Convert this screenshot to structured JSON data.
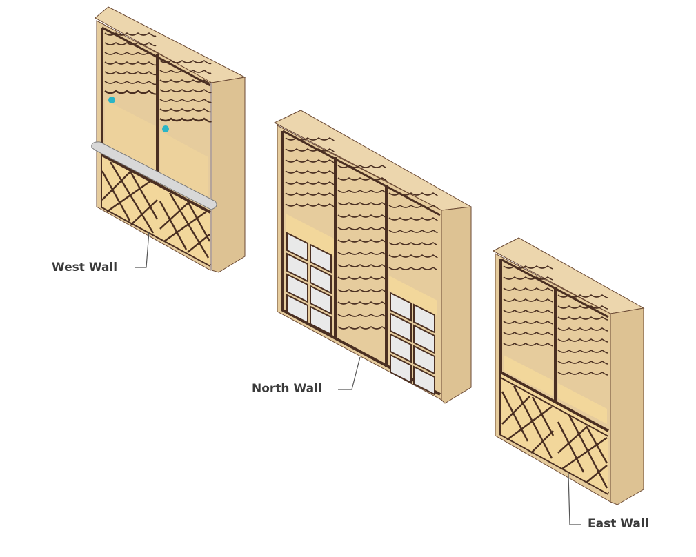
{
  "walls": [
    {
      "id": "west",
      "name": "West Wall",
      "upper": "wine-racks-with-bar-shelf",
      "lower": "diamond-bins",
      "sections": 2
    },
    {
      "id": "north",
      "name": "North Wall",
      "upper": "wine-racks",
      "lower": "drawers-and-racks",
      "sections": 3
    },
    {
      "id": "east",
      "name": "East Wall",
      "upper": "wine-racks",
      "lower": "diamond-bins",
      "sections": 2
    }
  ],
  "colors": {
    "wood_light": "#e9d0a5",
    "wood_mid": "#dcc08f",
    "wood_side": "#d9bf8f",
    "trim_dark": "#4a2f22",
    "shelf": "#f2d79b",
    "drawer": "#e9e9e9",
    "bar_shelf": "#d8d8d8",
    "accent_teal": "#2ab5c6",
    "line": "#555555"
  }
}
